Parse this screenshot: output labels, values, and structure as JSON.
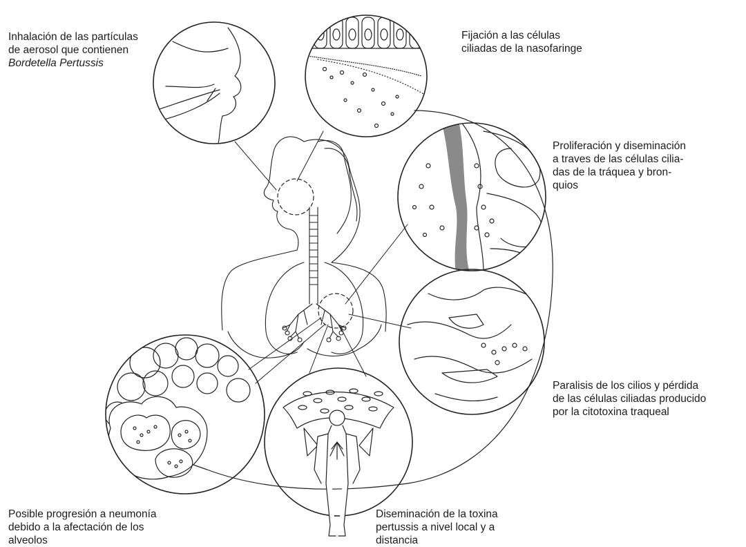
{
  "captions": {
    "inhalation": {
      "lines": [
        "Inhalación de las partículas",
        "de aerosol que contienen"
      ],
      "italic_line": "Bordetella Pertussis"
    },
    "attachment": {
      "lines": [
        "Fijación a las células",
        "ciliadas de la nasofaringe"
      ]
    },
    "proliferation": {
      "lines": [
        "Proliferación y diseminación",
        "a traves de las células cilia-",
        "das de la tráquea y bron-",
        "quios"
      ]
    },
    "paralysis": {
      "lines": [
        "Paralisis de los cilios y pérdida",
        "de las células ciliadas producido",
        "por la citotoxina traqueal"
      ]
    },
    "pneumonia": {
      "lines": [
        "Posible progresión a neumonía",
        "debido a la afectación de los",
        "alveolos"
      ]
    },
    "toxin": {
      "lines": [
        "Diseminación de la toxina",
        "pertussis a nivel local y a",
        "distancia"
      ]
    }
  },
  "style": {
    "stroke": "#222222",
    "shade": "#8a8a8a",
    "background": "#ffffff"
  }
}
